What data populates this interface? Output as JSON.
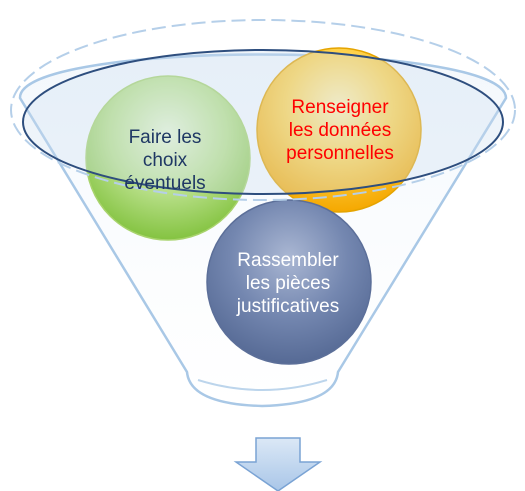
{
  "diagram": {
    "steps": [
      {
        "label": "Faire les\nchoix\néventuels",
        "color": "#1f3864"
      },
      {
        "label": "Renseigner\nles données\npersonnelles",
        "color": "#ff0000"
      },
      {
        "label": "Rassembler\nles pièces\njustificatives",
        "color": "#ffffff"
      }
    ]
  },
  "colors": {
    "funnel_edge": "#9cc3e6",
    "funnel_fill": "#eaf3fb",
    "green_circle": "#92d050",
    "yellow_circle": "#ffc000",
    "blue_circle": "#6b7fa8",
    "arrow_fill": "#c5d9ef",
    "arrow_edge": "#8eb4e3"
  },
  "icons": {
    "arrow": "down-arrow-icon"
  }
}
